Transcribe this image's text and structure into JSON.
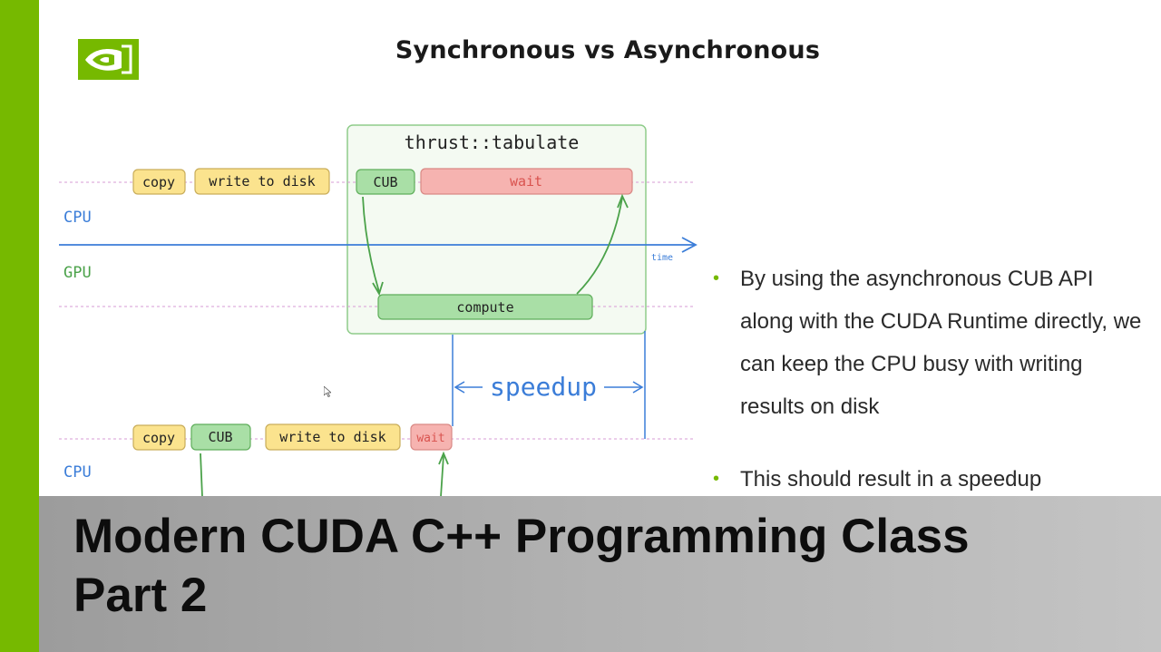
{
  "slide": {
    "title": "Synchronous vs Asynchronous"
  },
  "diagram": {
    "tabulate_label": "thrust::tabulate",
    "top": {
      "copy": "copy",
      "write_to_disk": "write to disk",
      "cub": "CUB",
      "wait": "wait",
      "compute": "compute",
      "cpu_label": "CPU",
      "gpu_label": "GPU",
      "time_label": "time"
    },
    "speedup_label": "speedup",
    "bottom": {
      "copy": "copy",
      "cub": "CUB",
      "write_to_disk": "write to disk",
      "wait": "wait",
      "cpu_label": "CPU"
    }
  },
  "bullets": [
    {
      "text": "By using the asynchronous CUB API along with the CUDA Runtime directly, we can keep the CPU busy with writing results on disk"
    },
    {
      "text": "This should result in a speedup"
    }
  ],
  "banner": {
    "line1": "Modern CUDA C++ Programming Class",
    "line2": "Part 2"
  },
  "colors": {
    "nvidia_green": "#76b900",
    "box_yellow": "#fbe38e",
    "box_green": "#a9dfa6",
    "box_red": "#f6b3b0",
    "axis_blue": "#3b7dd8"
  }
}
